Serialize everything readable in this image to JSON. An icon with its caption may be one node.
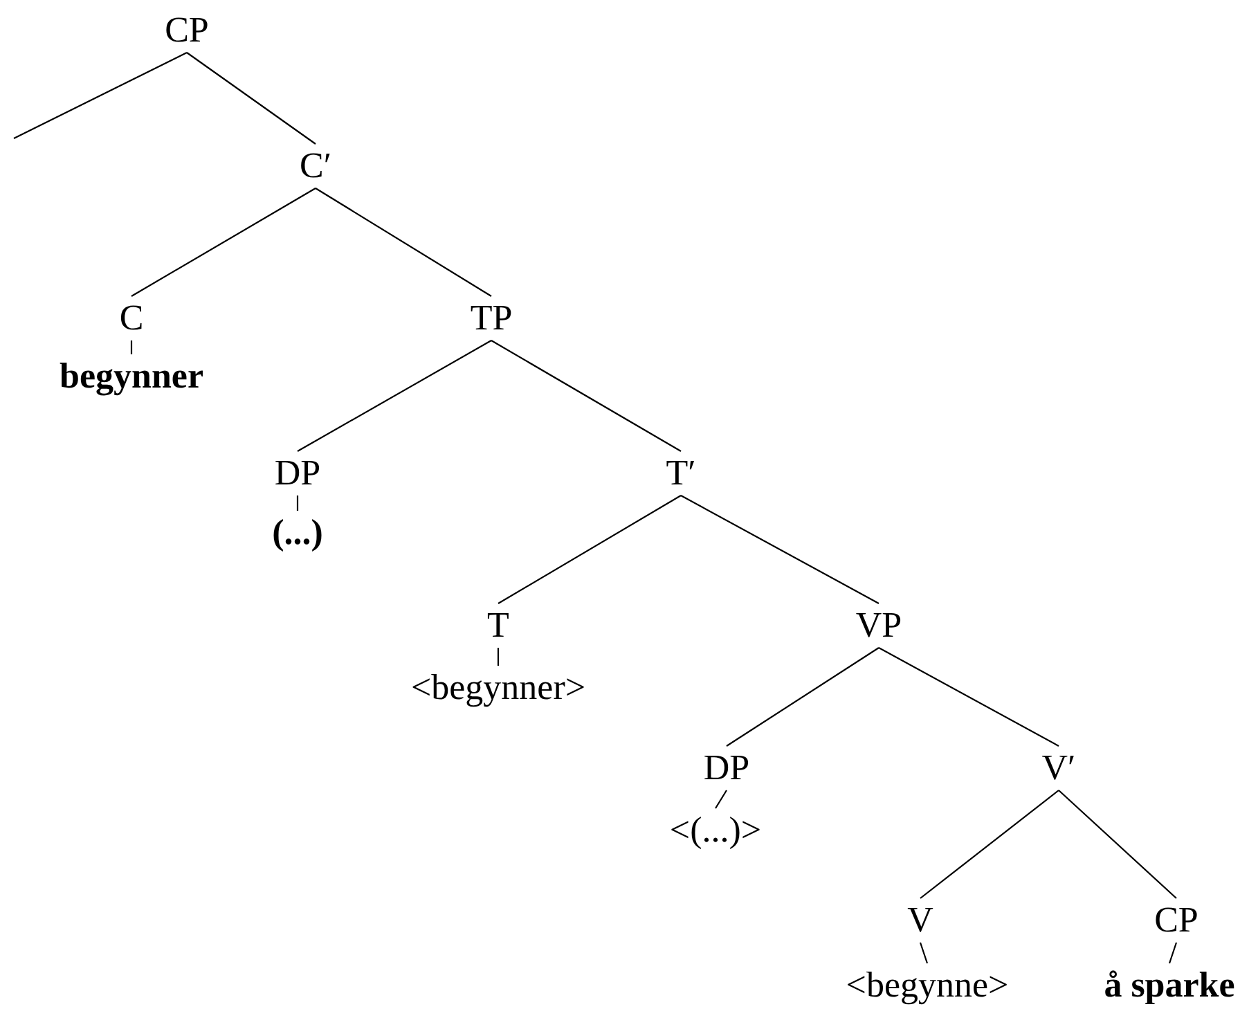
{
  "diagram": {
    "nodes": [
      {
        "text": [
          "CP"
        ]
      },
      {
        "text": [
          "C′"
        ]
      },
      {
        "text": [
          "C"
        ]
      },
      {
        "text": [
          "TP"
        ]
      },
      {
        "text": [
          "begynner"
        ]
      },
      {
        "text": [
          "DP"
        ]
      },
      {
        "text": [
          "T′"
        ]
      },
      {
        "text": [
          "(...)"
        ]
      },
      {
        "text": [
          "T"
        ]
      },
      {
        "text": [
          "VP"
        ]
      },
      {
        "text": [
          "<begynner>"
        ]
      },
      {
        "text": [
          "DP"
        ]
      },
      {
        "text": [
          "V′"
        ]
      },
      {
        "text": [
          "<(...)>"
        ]
      },
      {
        "text": [
          "V"
        ]
      },
      {
        "text": [
          "CP"
        ]
      },
      {
        "text": [
          "<begynne>"
        ]
      },
      {
        "text": [
          "å sparke"
        ]
      }
    ],
    "edges": [
      {
        "from": 0,
        "to": null,
        "arrow": "none"
      },
      {
        "from": 0,
        "to": 1,
        "arrow": "none"
      },
      {
        "from": 1,
        "to": 2,
        "arrow": "none"
      },
      {
        "from": 1,
        "to": 3,
        "arrow": "none"
      },
      {
        "from": 2,
        "to": 4,
        "arrow": "none"
      },
      {
        "from": 3,
        "to": 5,
        "arrow": "none"
      },
      {
        "from": 3,
        "to": 6,
        "arrow": "none"
      },
      {
        "from": 5,
        "to": 7,
        "arrow": "none"
      },
      {
        "from": 6,
        "to": 8,
        "arrow": "none"
      },
      {
        "from": 6,
        "to": 9,
        "arrow": "none"
      },
      {
        "from": 8,
        "to": 10,
        "arrow": "none"
      },
      {
        "from": 9,
        "to": 11,
        "arrow": "none"
      },
      {
        "from": 9,
        "to": 12,
        "arrow": "none"
      },
      {
        "from": 11,
        "to": 13,
        "arrow": "none"
      },
      {
        "from": 12,
        "to": 14,
        "arrow": "none"
      },
      {
        "from": 12,
        "to": 15,
        "arrow": "none"
      },
      {
        "from": 14,
        "to": 16,
        "arrow": "none"
      },
      {
        "from": 15,
        "to": 17,
        "arrow": "none"
      }
    ]
  }
}
